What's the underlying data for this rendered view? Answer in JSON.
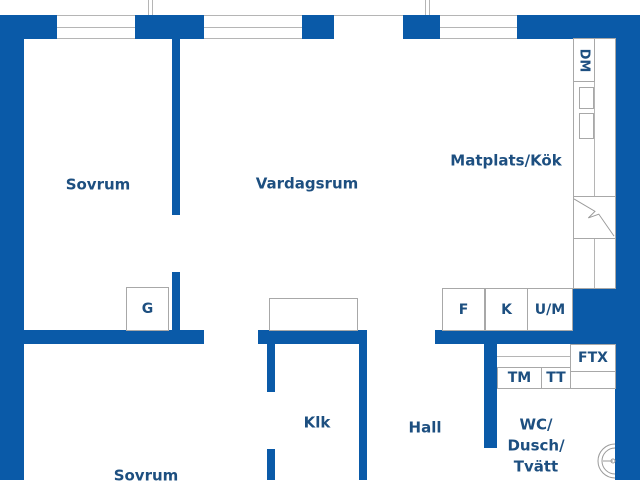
{
  "rooms": {
    "bedroom_top": "Sovrum",
    "living_room": "Vardagsrum",
    "kitchen": "Matplats/Kök",
    "closet": "Klk",
    "hall": "Hall",
    "bathroom_line1": "WC/",
    "bathroom_line2": "Dusch/",
    "bathroom_line3": "Tvätt",
    "bedroom_bottom": "Sovrum"
  },
  "fixtures": {
    "wardrobe": "G",
    "fridge": "F",
    "freezer": "K",
    "oven_micro": "U/M",
    "dishwasher": "DM",
    "washer": "TM",
    "dryer": "TT",
    "ventilation": "FTX"
  },
  "colors": {
    "wall": "#0a5aa8",
    "label": "#1d4f80"
  }
}
